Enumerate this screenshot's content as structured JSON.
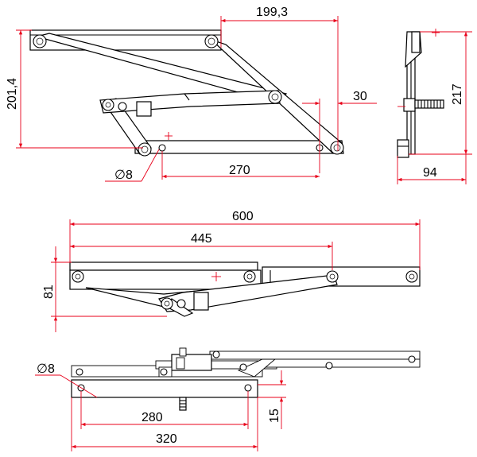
{
  "dimensions": {
    "side_offset": "199,3",
    "side_height": "201,4",
    "side_hole_dia": "∅8",
    "side_base_length": "270",
    "side_small_offset": "30",
    "end_height": "217",
    "end_width": "94",
    "top_total_length": "600",
    "top_arm_length": "445",
    "top_height": "81",
    "bottom_hole_dia": "∅8",
    "bottom_hole_spacing": "280",
    "bottom_plate_length": "320",
    "bottom_thickness": "15"
  },
  "colors": {
    "dimension_line": "#e8001a",
    "outline": "#000000",
    "background": "#ffffff"
  }
}
